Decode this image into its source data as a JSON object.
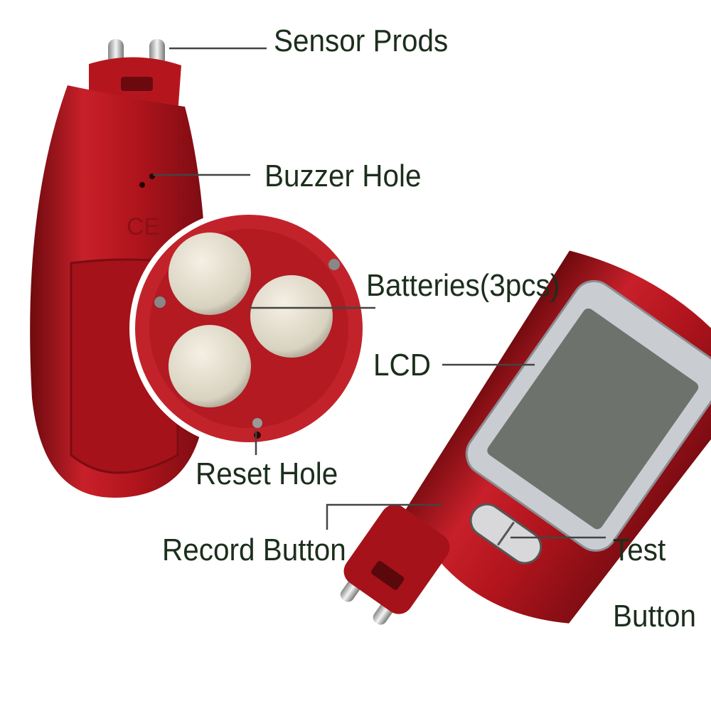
{
  "labels": {
    "sensor_prods": "Sensor Prods",
    "buzzer_hole": "Buzzer Hole",
    "batteries": "Batteries(3pcs)",
    "lcd": "LCD",
    "reset_hole": "Reset Hole",
    "record_button": "Record Button",
    "test_button_line1": "Test",
    "test_button_line2": "Button"
  },
  "colors": {
    "body": "#b0141c",
    "text": "#1c2e1c"
  }
}
